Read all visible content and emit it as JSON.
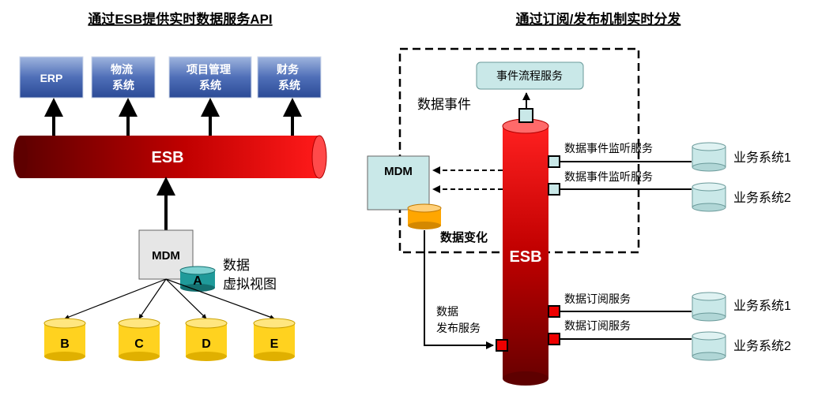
{
  "left": {
    "title": "通过ESB提供实时数据服务API",
    "systems": [
      "ERP",
      "物流\n系统",
      "项目管理\n系统",
      "财务\n系统"
    ],
    "esb_label": "ESB",
    "mdm_label": "MDM",
    "virtual_db_label": "A",
    "virtual_view_label": "数据\n虚拟视图",
    "sources": [
      "B",
      "C",
      "D",
      "E"
    ]
  },
  "right": {
    "title": "通过订阅/发布机制实时分发",
    "event_flow_service": "事件流程服务",
    "data_event": "数据事件",
    "mdm_label": "MDM",
    "data_change": "数据变化",
    "esb_label": "ESB",
    "publish_service": "数据\n发布服务",
    "listen_services": [
      "数据事件监听服务",
      "数据事件监听服务"
    ],
    "subscribe_services": [
      "数据订阅服务",
      "数据订阅服务"
    ],
    "business_systems_top": [
      "业务系统1",
      "业务系统2"
    ],
    "business_systems_bottom": [
      "业务系统1",
      "业务系统2"
    ]
  },
  "colors": {
    "system_box_top": "#8ea6d6",
    "system_box_bottom": "#2f4f9c",
    "esb_dark": "#7a0000",
    "esb_bright": "#ff1a1a",
    "mdm_fill": "#e6e6e6",
    "source_db": "#ffd21f",
    "virtual_db": "#1f9a9a",
    "teal_fill": "#c9e8e8",
    "orange_db": "#ffa600",
    "port_red": "#ee0000"
  }
}
